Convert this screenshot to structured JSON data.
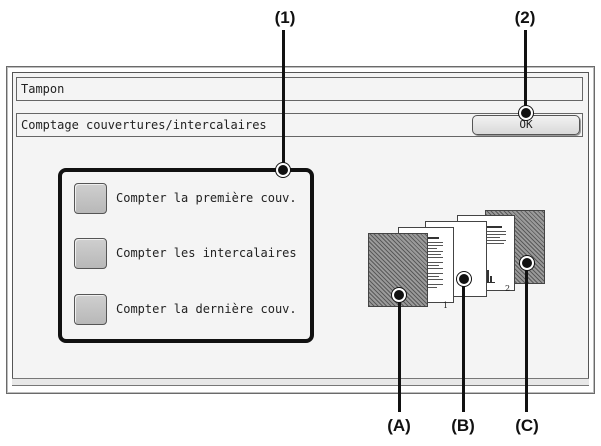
{
  "callouts": {
    "c1": "(1)",
    "c2": "(2)",
    "cA": "(A)",
    "cB": "(B)",
    "cC": "(C)"
  },
  "title_bar": {
    "text": "Tampon"
  },
  "sub_bar": {
    "text": "Comptage couvertures/intercalaires",
    "ok_label": "OK"
  },
  "options": [
    {
      "label": "Compter la première couv.",
      "checked": false
    },
    {
      "label": "Compter les intercalaires",
      "checked": false
    },
    {
      "label": "Compter la dernière couv.",
      "checked": false
    }
  ],
  "illustration": {
    "page1": "1",
    "page2": "2"
  },
  "colors": {
    "panel": "#f4f4f4",
    "button": "#c4c4c4",
    "callout": "#111111"
  }
}
